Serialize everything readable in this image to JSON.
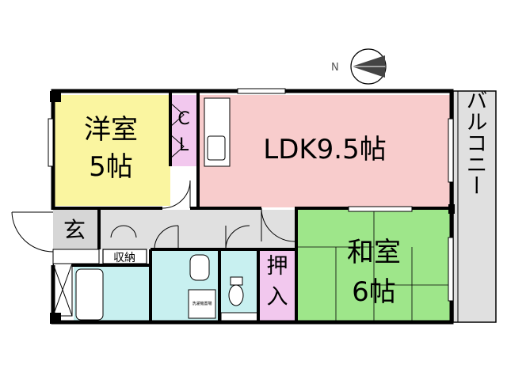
{
  "compass": {
    "label": "N",
    "icon": "north-arrow-icon"
  },
  "rooms": {
    "western": {
      "line1": "洋室",
      "line2": "5帖",
      "color": "#faf5a0"
    },
    "ldk": {
      "label": "LDK9.5帖",
      "color": "#f8cccc"
    },
    "closet": {
      "line1": "C",
      "line2": "L",
      "color": "#f2c8ee"
    },
    "japanese": {
      "line1": "和室",
      "line2": "6帖",
      "color": "#9ee68a"
    },
    "oshiire": {
      "line1": "押",
      "line2": "入",
      "color": "#f2c8ee"
    },
    "entrance": {
      "label": "玄",
      "color": "#d6d6d6"
    },
    "storage": {
      "label": "収納"
    },
    "balcony": {
      "label": "バルコニー",
      "color": "#e0e0e0"
    }
  },
  "colors": {
    "hall": "#e0e0e0",
    "wet_area": "#c8f0f0",
    "wall": "#000000"
  },
  "washer": {
    "label": "洗濯機置場"
  }
}
